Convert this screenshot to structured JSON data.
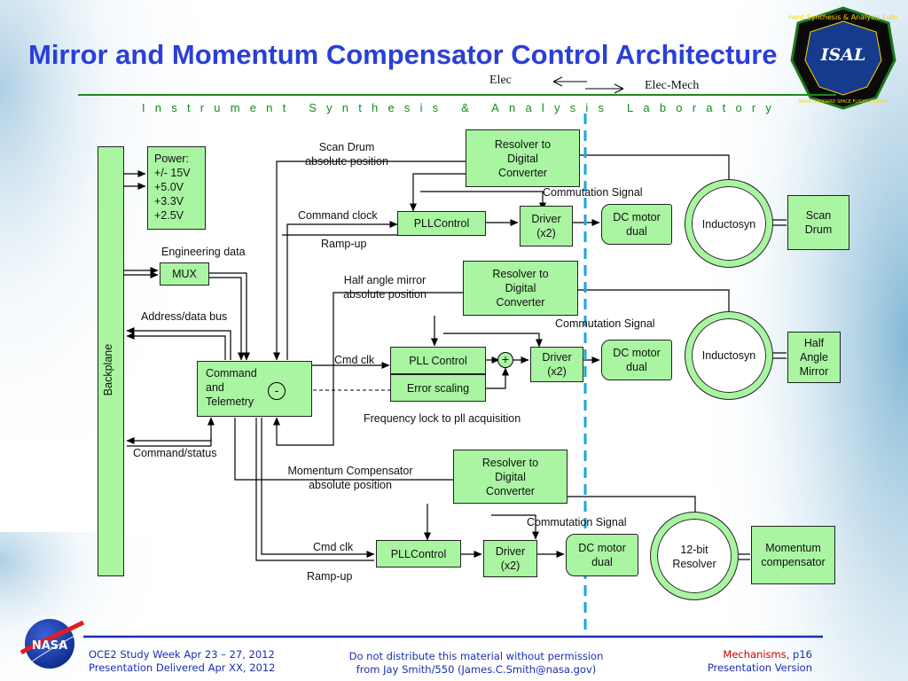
{
  "slide": {
    "title": "Mirror and Momentum Compensator Control Architecture",
    "subtitle": "Instrument Synthesis & Analysis Laboratory"
  },
  "legend": {
    "elec": "Elec",
    "elec_mech": "Elec-Mech"
  },
  "diagram": {
    "backplane": "Backplane",
    "power_lines": [
      "Power:",
      "+/- 15V",
      "+5.0V",
      "+3.3V",
      "+2.5V"
    ],
    "engineering_data": "Engineering data",
    "mux": "MUX",
    "address_data_bus": "Address/data bus",
    "command_telemetry_lines": [
      "Command",
      "and",
      "Telemetry"
    ],
    "summing_minus": "-",
    "command_status": "Command/status",
    "scan_drum": {
      "position_lines": [
        "Scan Drum",
        "absolute position"
      ],
      "resolver_lines": [
        "Resolver to",
        "Digital",
        "Converter"
      ],
      "commutation": "Commutation Signal",
      "command_clock": "Command clock",
      "pll": "PLLControl",
      "ramp": "Ramp-up",
      "driver_lines": [
        "Driver",
        "(x2)"
      ],
      "motor_lines": [
        "DC motor",
        "dual"
      ],
      "sensor": "Inductosyn",
      "load_lines": [
        "Scan",
        "Drum"
      ]
    },
    "mirror": {
      "position_lines": [
        "Half angle mirror",
        "absolute position"
      ],
      "resolver_lines": [
        "Resolver to",
        "Digital",
        "Converter"
      ],
      "commutation": "Commutation Signal",
      "cmd_clk": "Cmd clk",
      "pll": "PLL Control",
      "error_scaling": "Error scaling",
      "sum_symbol": "+",
      "driver_lines": [
        "Driver",
        "(x2)"
      ],
      "motor_lines": [
        "DC motor",
        "dual"
      ],
      "sensor": "Inductosyn",
      "load_lines": [
        "Half",
        "Angle",
        "Mirror"
      ],
      "freq_lock": "Frequency lock to pll acquisition"
    },
    "momentum": {
      "position_lines": [
        "Momentum Compensator",
        "absolute position"
      ],
      "resolver_lines": [
        "Resolver to",
        "Digital",
        "Converter"
      ],
      "commutation": "Commutation Signal",
      "cmd_clk": "Cmd clk",
      "pll": "PLLControl",
      "ramp": "Ramp-up",
      "driver_lines": [
        "Driver",
        "(x2)"
      ],
      "motor_lines": [
        "DC motor",
        "dual"
      ],
      "sensor_lines": [
        "12-bit",
        "Resolver"
      ],
      "load_lines": [
        "Momentum",
        "compensator"
      ]
    }
  },
  "footer": {
    "left_lines": [
      "OCE2 Study Week Apr 23 – 27, 2012",
      "Presentation Delivered Apr XX, 2012"
    ],
    "center_lines": [
      "Do not distribute this material without permission",
      "from Jay Smith/550 (James.C.Smith@nasa.gov)"
    ],
    "right_topic": "Mechanisms",
    "right_page": ", p16",
    "right_version": "Presentation Version"
  },
  "logos": {
    "nasa": "NASA",
    "isal_ring": "Instrument Synthesis & Analysis Laboratory",
    "isal_text": "ISAL",
    "isal_sub": "NASA GODDARD SPACE FLIGHT CENTER"
  },
  "colors": {
    "title": "#2a3fd8",
    "subtitle": "#118a1e",
    "box_fill": "#a9f5a2",
    "divider": "#1a8a1a",
    "elec_boundary": "#1aa6e0",
    "footer_blue": "#1a2fb0",
    "footer_red": "#c00000"
  }
}
